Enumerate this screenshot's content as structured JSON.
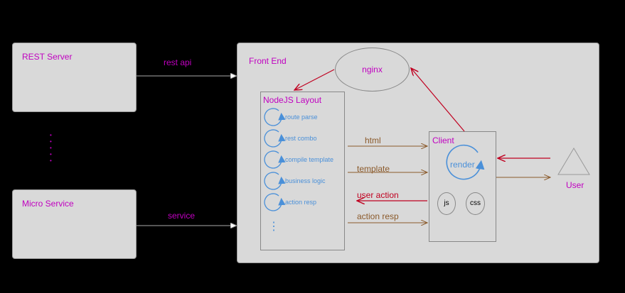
{
  "rest_server": {
    "title": "REST Server"
  },
  "micro_service": {
    "title": "Micro Service"
  },
  "links": {
    "rest_api": "rest api",
    "service": "service"
  },
  "front_end": {
    "title": "Front End",
    "nginx": "nginx",
    "layout": {
      "title": "NodeJS Layout",
      "steps": [
        "route parse",
        "rest combo",
        "compile template",
        "business logic",
        "action resp"
      ],
      "more": "⋮"
    },
    "client": {
      "title": "Client",
      "render": "render",
      "js": "js",
      "css": "css"
    },
    "flows": {
      "html": "html",
      "template": "template",
      "user_action": "user action",
      "action_resp": "action resp"
    }
  },
  "user": {
    "label": "User"
  },
  "dots": "•\n•\n•\n•\n•",
  "colors": {
    "magenta": "#c000c0",
    "blue": "#4a90d9",
    "brown": "#8b5a2b",
    "red": "#c00020",
    "box": "#d9d9d9"
  }
}
